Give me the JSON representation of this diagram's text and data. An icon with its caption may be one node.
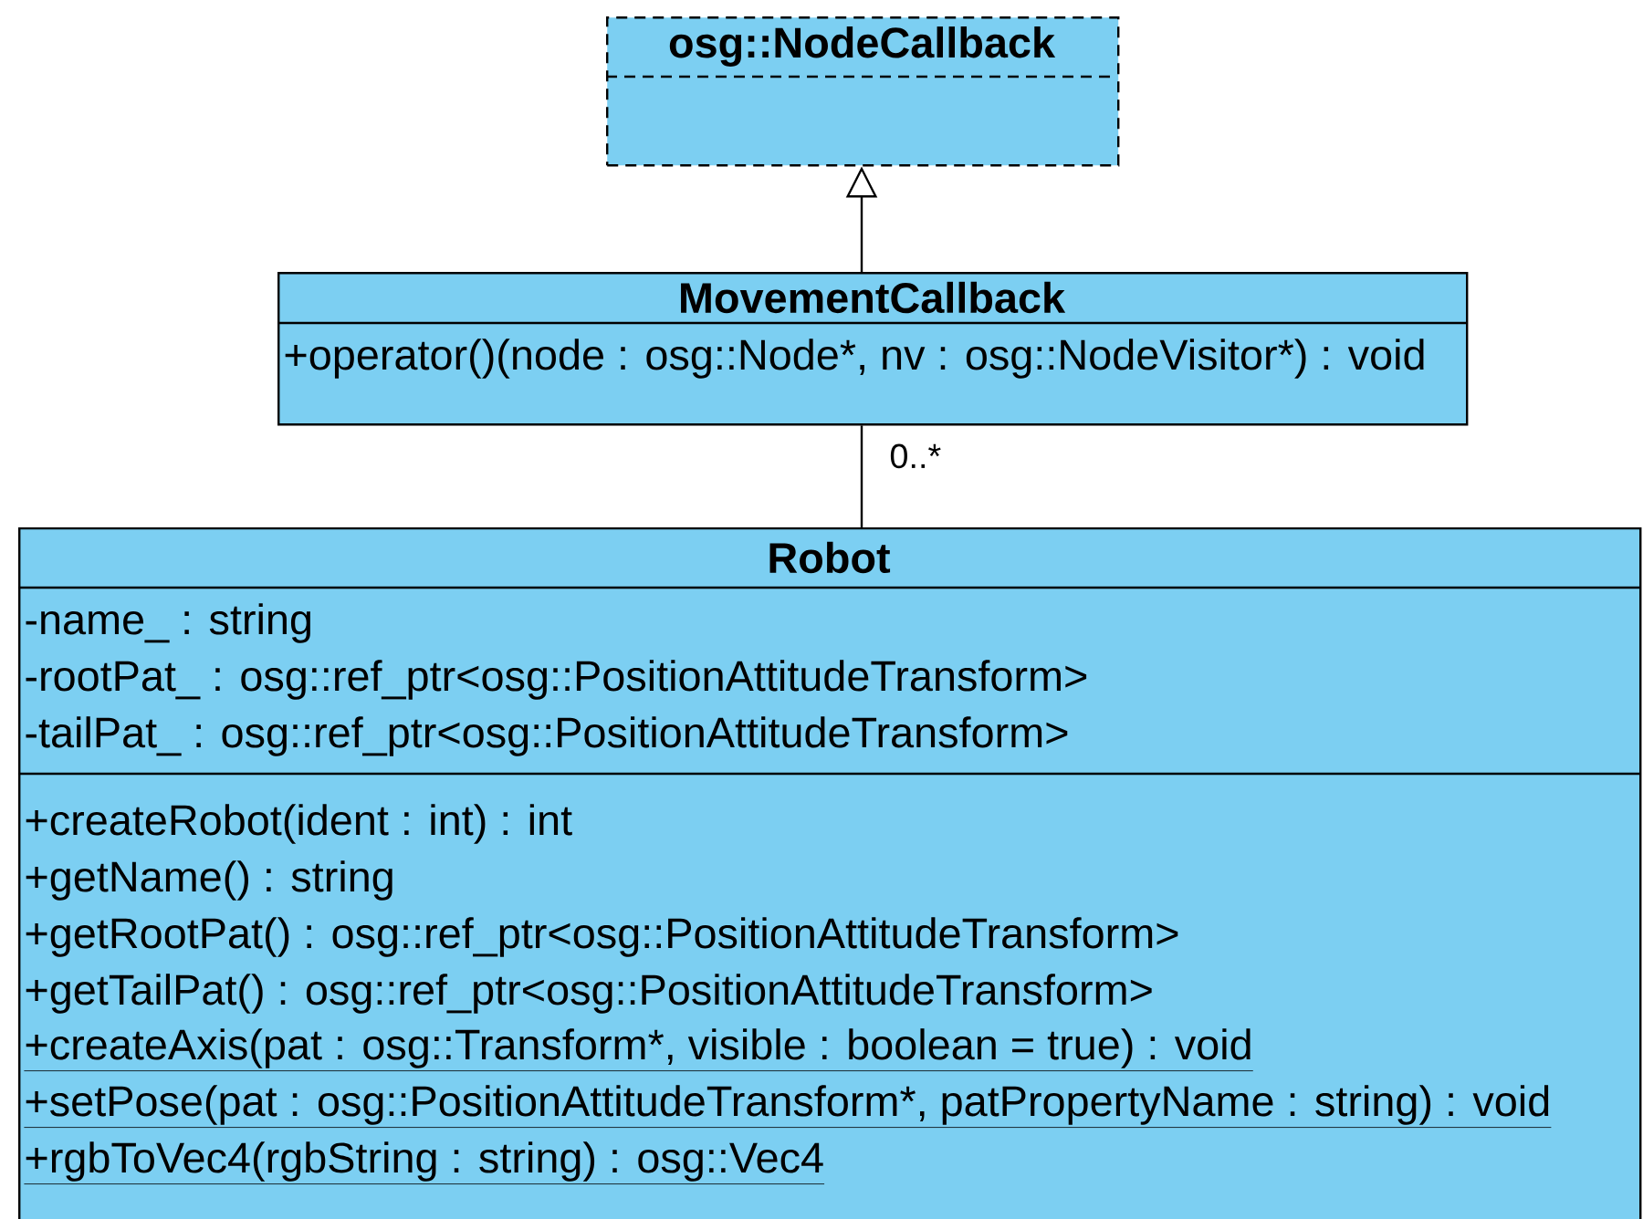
{
  "diagram": {
    "nodes": [
      {
        "text": [
          "osg::NodeCallback"
        ]
      },
      {
        "text": [
          "MovementCallback",
          "+operator()(node : osg::Node*, nv : osg::NodeVisitor*) : void"
        ]
      },
      {
        "text": [
          "Robot",
          "-name_ : string",
          "-rootPat_ : osg::ref_ptr<osg::PositionAttitudeTransform>",
          "-tailPat_ : osg::ref_ptr<osg::PositionAttitudeTransform>",
          "+createRobot(ident : int) : int",
          "+getName() : string",
          "+getRootPat() : osg::ref_ptr<osg::PositionAttitudeTransform>",
          "+getTailPat() : osg::ref_ptr<osg::PositionAttitudeTransform>",
          "+createAxis(pat : osg::Transform*, visible : boolean = true) : void",
          "+setPose(pat : osg::PositionAttitudeTransform*, patPropertyName : string) : void",
          "+rgbToVec4(rgbString : string) : osg::Vec4"
        ]
      }
    ],
    "edges": [
      {
        "from": 1,
        "to": 0,
        "arrow": "to"
      },
      {
        "from": 1,
        "to": 2,
        "arrow": "none",
        "label": "0..*"
      }
    ]
  }
}
